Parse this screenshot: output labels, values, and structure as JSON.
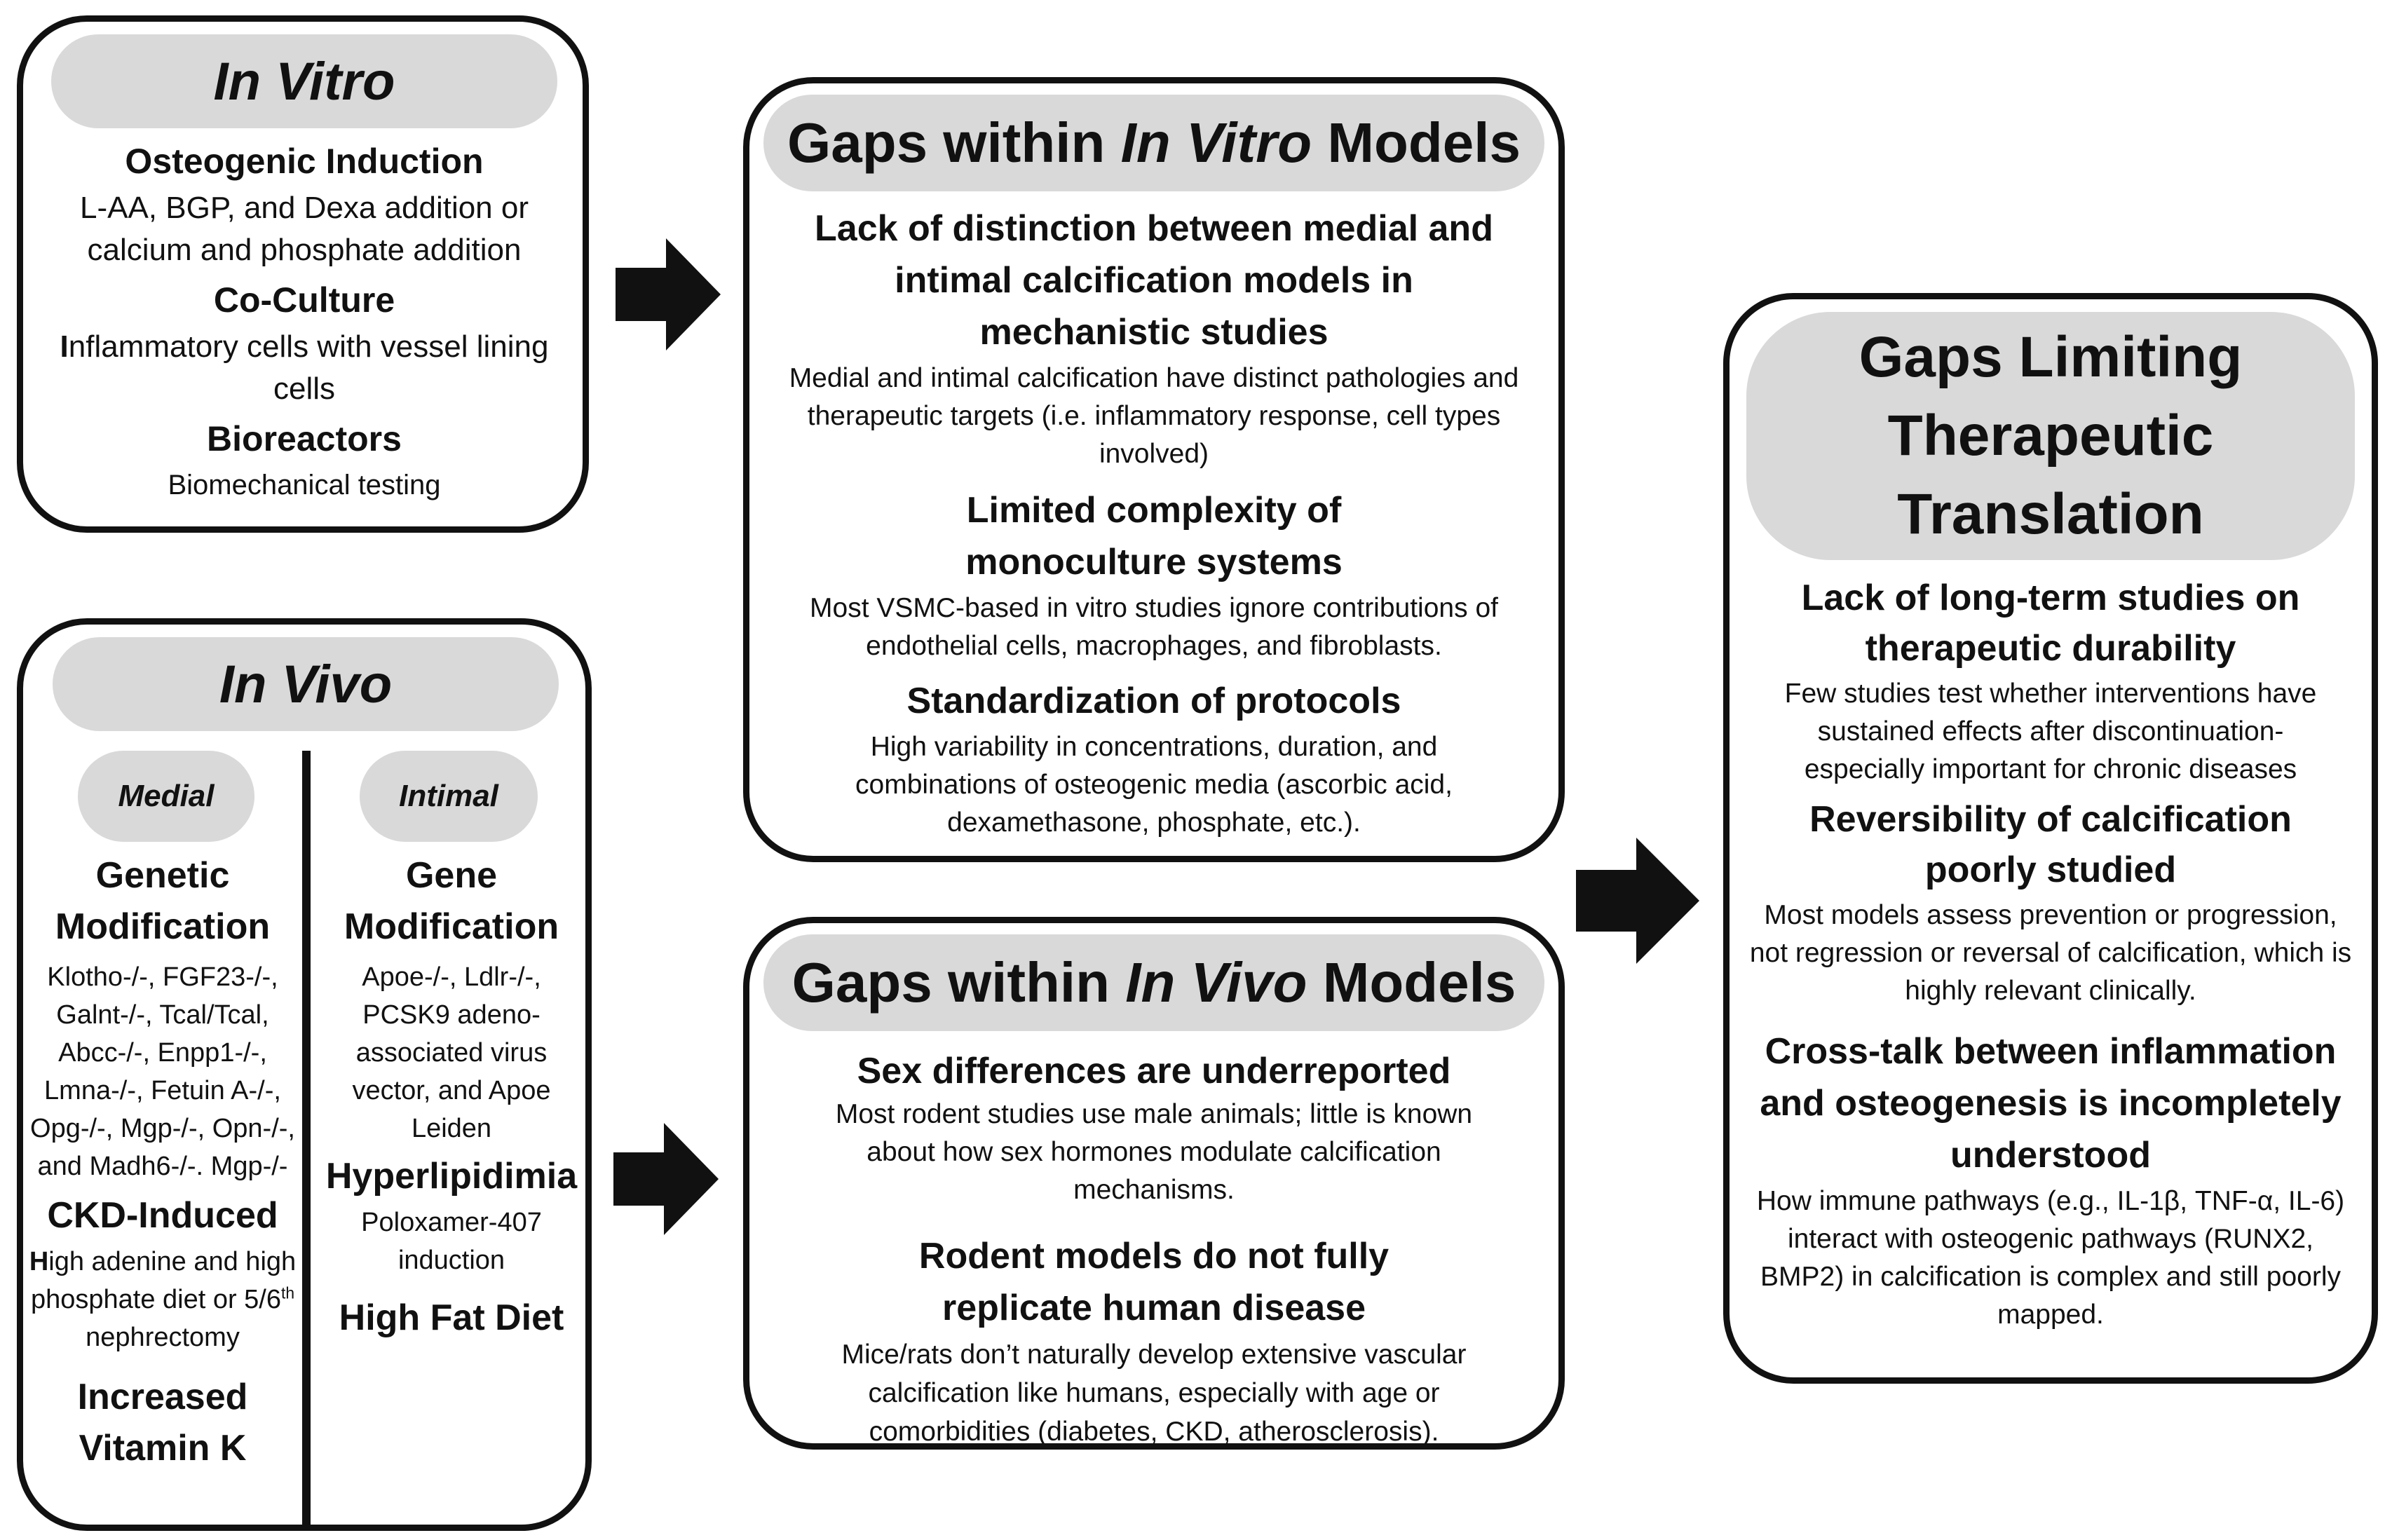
{
  "in_vitro": {
    "title": "In Vitro",
    "items": [
      {
        "heading": "Osteogenic Induction",
        "body": "L-AA, BGP, and Dexa addition or calcium and phosphate addition"
      },
      {
        "heading": "Co-Culture",
        "body_first": "I",
        "body_rest": "nflammatory cells with vessel lining cells"
      },
      {
        "heading": "Bioreactors",
        "body": "Biomechanical testing"
      }
    ]
  },
  "in_vivo": {
    "title": "In Vivo",
    "medial": {
      "label": "Medial",
      "genetic_heading": "Genetic Modification",
      "genetic_body": "Klotho-/-, FGF23-/-, Galnt-/-, Tcal/Tcal, Abcc-/-, Enpp1-/-, Lmna-/-, Fetuin A-/-, Opg-/-, Mgp-/-, Opn-/-, and Madh6-/-. Mgp-/-",
      "ckd_heading": "CKD-Induced",
      "ckd_body_first": "H",
      "ckd_body_rest": "igh adenine and high phosphate diet or 5/6",
      "ckd_body_sup": "th",
      "ckd_body_end": " nephrectomy",
      "vitk_heading": "Increased Vitamin K"
    },
    "intimal": {
      "label": "Intimal",
      "gene_heading": "Gene Modification",
      "gene_body": "Apoe-/-, Ldlr-/-, PCSK9 adeno-associated virus vector, and Apoe Leiden",
      "hyper_heading": "Hyperlipidimia",
      "hyper_body": "Poloxamer-407 induction",
      "fat_heading": "High Fat Diet"
    }
  },
  "gaps_vitro": {
    "title_pre": "Gaps within ",
    "title_it": "In Vitro",
    "title_post": " Models",
    "items": [
      {
        "heading": "Lack of distinction between medial and intimal calcification models in mechanistic studies",
        "body": "Medial and intimal calcification have distinct pathologies and therapeutic targets (i.e. inflammatory response, cell types involved)"
      },
      {
        "heading": "Limited complexity of monoculture systems",
        "body": "Most VSMC-based in vitro studies ignore contributions of endothelial cells, macrophages, and fibroblasts."
      },
      {
        "heading": "Standardization of protocols",
        "body": "High variability in concentrations, duration, and combinations of osteogenic media (ascorbic acid, dexamethasone, phosphate, etc.)."
      }
    ]
  },
  "gaps_vivo": {
    "title_pre": "Gaps within ",
    "title_it": "In Vivo",
    "title_post": " Models",
    "items": [
      {
        "heading": "Sex differences are underreported",
        "body": "Most rodent studies use male animals; little is known about how sex hormones modulate calcification mechanisms."
      },
      {
        "heading": "Rodent models do not fully replicate human disease",
        "body": "Mice/rats don’t naturally develop extensive vascular calcification like humans, especially with age or comorbidities (diabetes, CKD, atherosclerosis)."
      }
    ]
  },
  "gaps_translation": {
    "title": "Gaps Limiting Therapeutic Translation",
    "items": [
      {
        "heading": "Lack of long-term studies on therapeutic durability",
        "body": "Few studies test whether interventions have sustained effects after discontinuation-especially important for chronic diseases"
      },
      {
        "heading": "Reversibility of calcification poorly studied",
        "body": "Most models assess prevention or progression, not regression or reversal of calcification, which is highly relevant clinically."
      },
      {
        "heading": "Cross-talk between inflammation and osteogenesis is incompletely understood",
        "body": "How immune pathways (e.g., IL-1β, TNF-α, IL-6) interact with osteogenic pathways (RUNX2, BMP2) in calcification is complex and still poorly mapped."
      }
    ]
  },
  "colors": {
    "pill_fill": "#d9d9d9",
    "outline": "#111111"
  }
}
